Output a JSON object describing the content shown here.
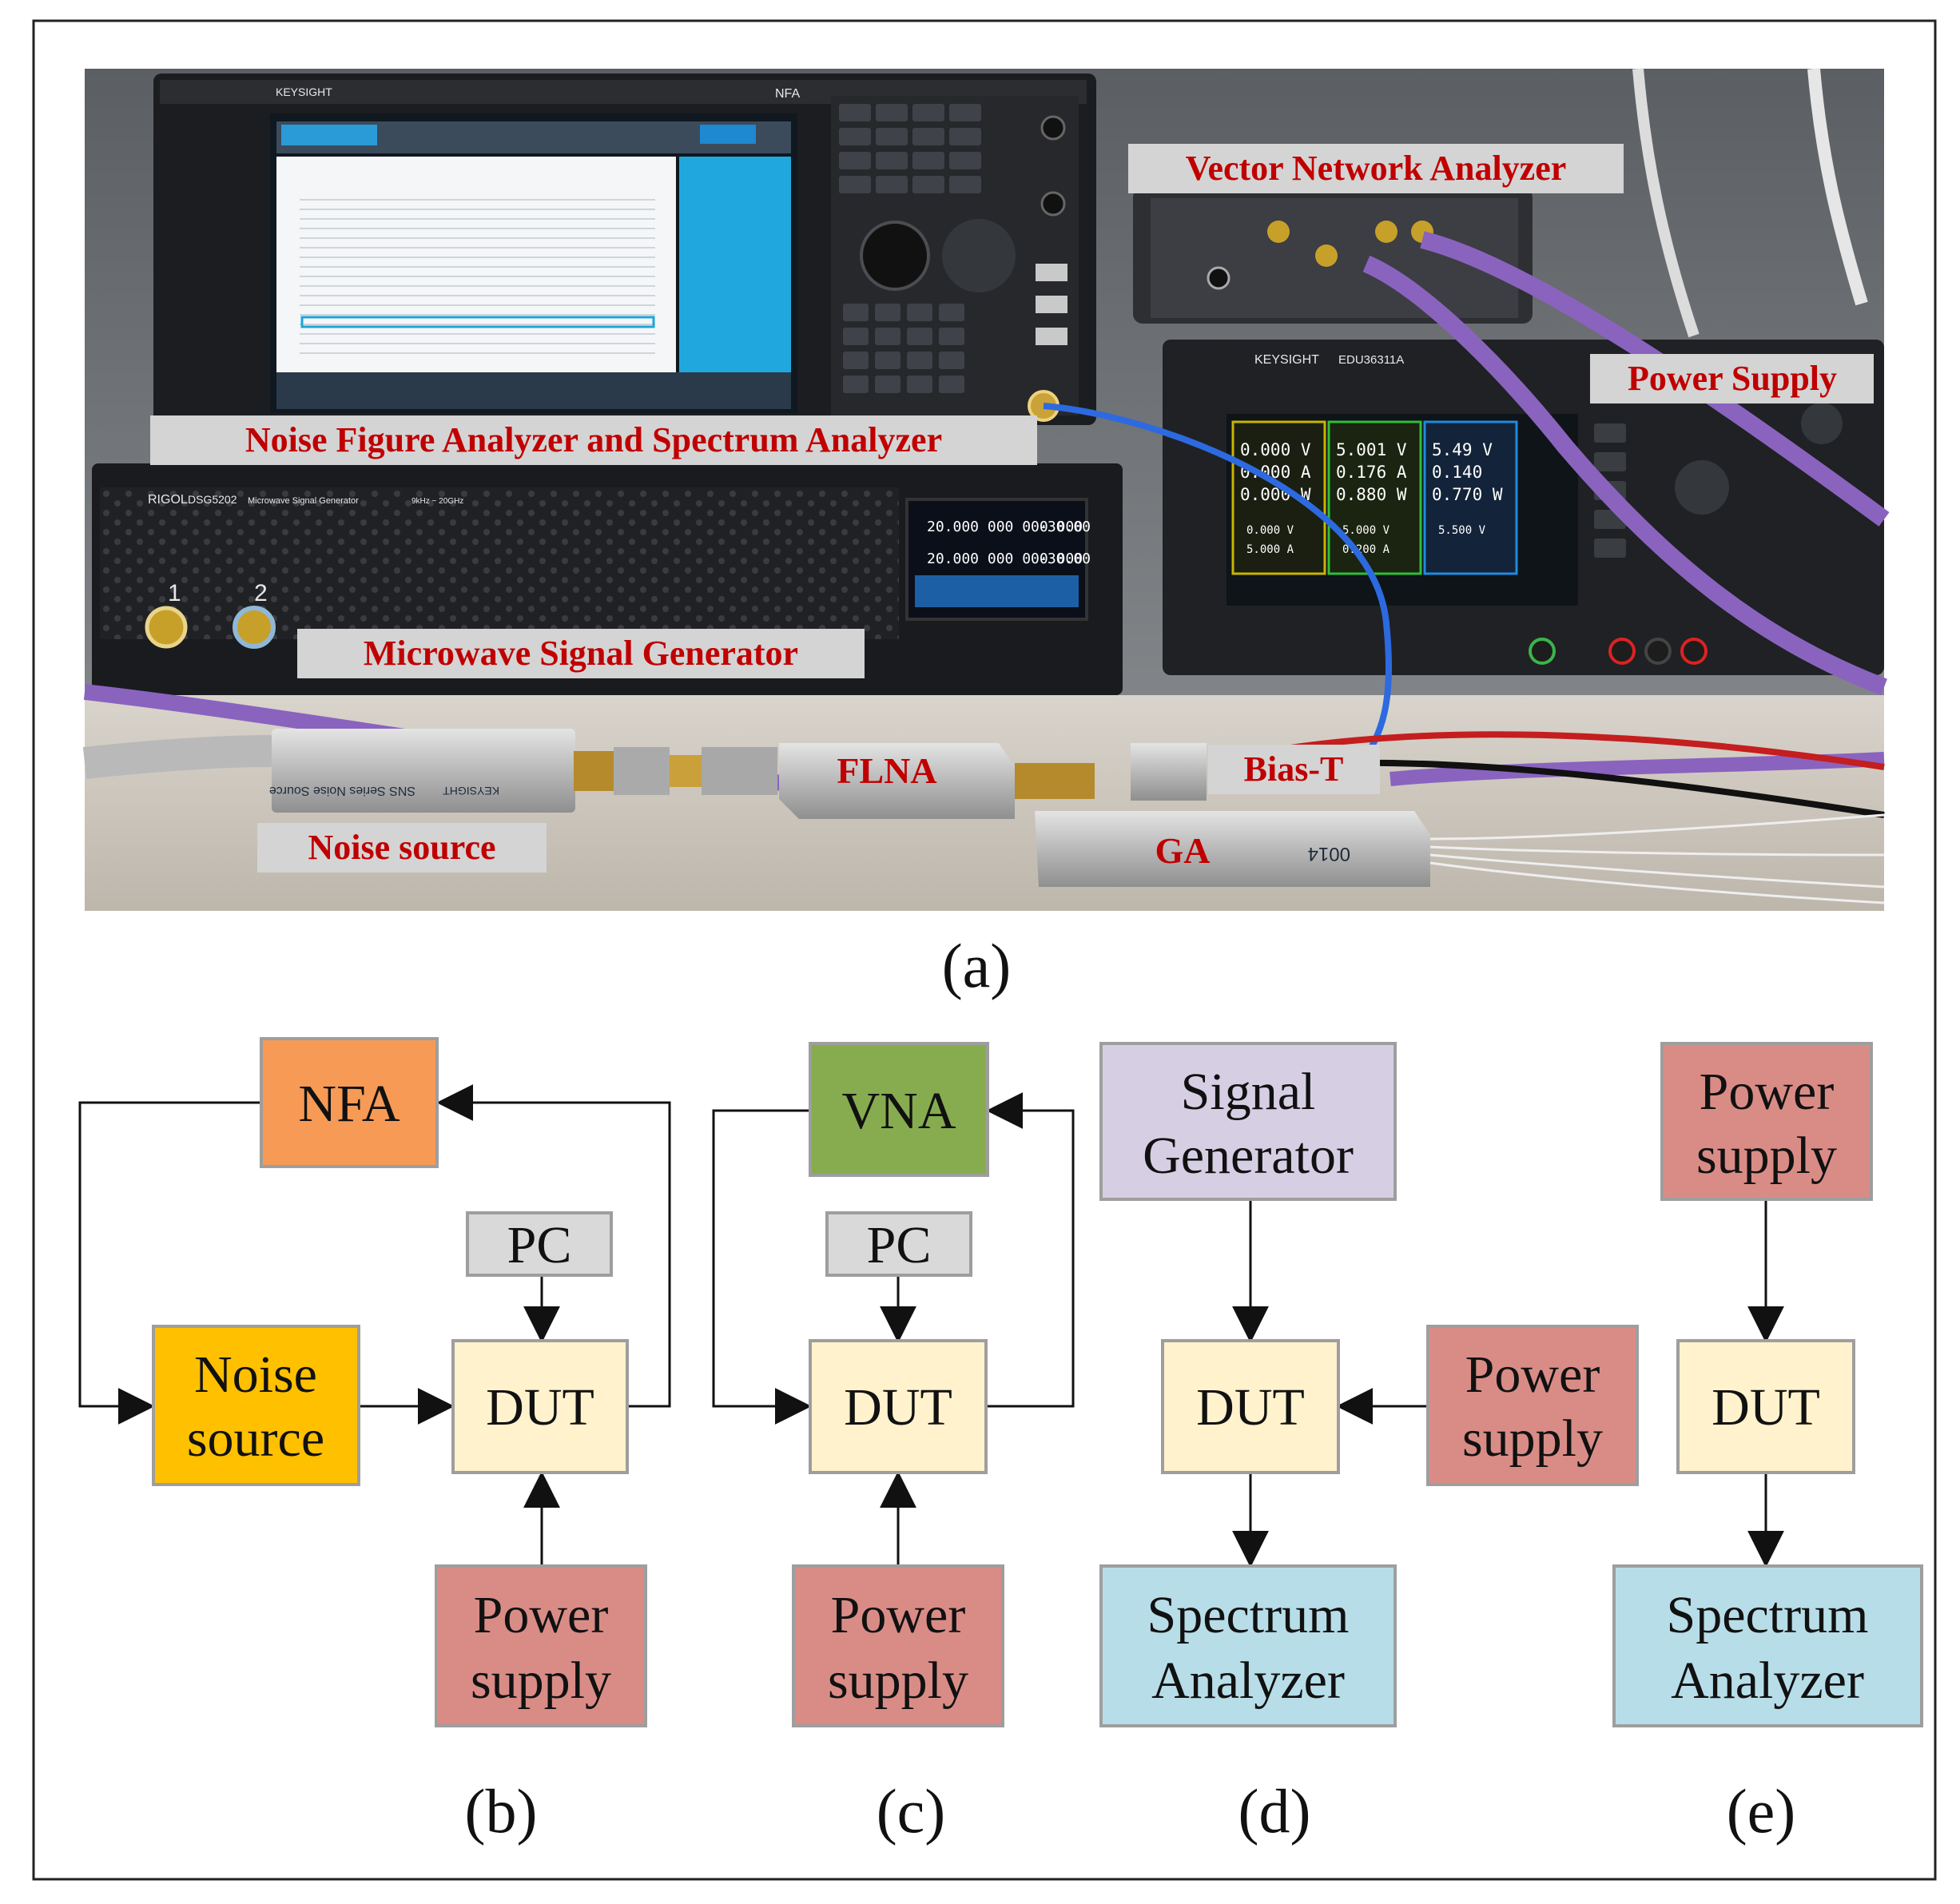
{
  "photo": {
    "labels": {
      "vna": "Vector Network Analyzer",
      "power_supply": "Power Supply",
      "nfa": "Noise Figure Analyzer and Spectrum Analyzer",
      "signal_generator": "Microwave Signal Generator",
      "flna": "FLNA",
      "bias_t": "Bias-T",
      "noise_source": "Noise source",
      "ga": "GA"
    },
    "nfa_brand": "KEYSIGHT",
    "nfa_model": "NFA",
    "sg_brand": "RIGOL",
    "sg_model": "DSG5202",
    "sg_desc": "Microwave Signal Generator",
    "sg_freq": "9kHz ~ 20GHz",
    "sg_port1": "1",
    "sg_port2": "2",
    "sg_lcd1": "20.000 000 000 000",
    "sg_lcd1_amp": "-30.00",
    "sg_lcd2": "20.000 000 000 000",
    "sg_lcd2_amp": "-30.00",
    "ps_brand": "KEYSIGHT",
    "ps_model": "EDU36311A",
    "ps_ch1": [
      "0.000 V",
      "0.000 A",
      "0.000 W"
    ],
    "ps_ch2": [
      "5.001 V",
      "0.176 A",
      "0.880 W"
    ],
    "ps_ch3": [
      "5.49 V",
      "0.140",
      "0.770 W"
    ],
    "ps_set1": [
      "0.000 V",
      "5.000 A"
    ],
    "ps_set2": [
      "5.000 V",
      "0.200 A"
    ],
    "ps_set3": [
      "5.500 V"
    ],
    "noise_source_text": "SNS Series Noise Source",
    "noise_source_brand": "KEYSIGHT",
    "ga_marking": "0014"
  },
  "diagram": {
    "b": {
      "nfa": "NFA",
      "pc": "PC",
      "noise_source": [
        "Noise",
        "source"
      ],
      "dut": "DUT",
      "power_supply": [
        "Power",
        "supply"
      ],
      "caption": "(b)"
    },
    "c": {
      "vna": "VNA",
      "pc": "PC",
      "dut": "DUT",
      "power_supply": [
        "Power",
        "supply"
      ],
      "caption": "(c)"
    },
    "d": {
      "signal_generator": [
        "Signal",
        "Generator"
      ],
      "dut": "DUT",
      "power_supply": [
        "Power",
        "supply"
      ],
      "spectrum_analyzer": [
        "Spectrum",
        "Analyzer"
      ],
      "caption": "(d)"
    },
    "e": {
      "power_supply": [
        "Power",
        "supply"
      ],
      "dut": "DUT",
      "spectrum_analyzer": [
        "Spectrum",
        "Analyzer"
      ],
      "caption": "(e)"
    }
  },
  "caption_a": "(a)",
  "colors": {
    "nfa": "#f79a55",
    "vna": "#86ac4f",
    "noise_source": "#ffc000",
    "dut": "#fff2cc",
    "pc": "#d9d9d9",
    "power_supply": "#d98c86",
    "signal_generator": "#d6cfe4",
    "spectrum_analyzer": "#b7dde8",
    "photo_label_text": "#c00000"
  }
}
